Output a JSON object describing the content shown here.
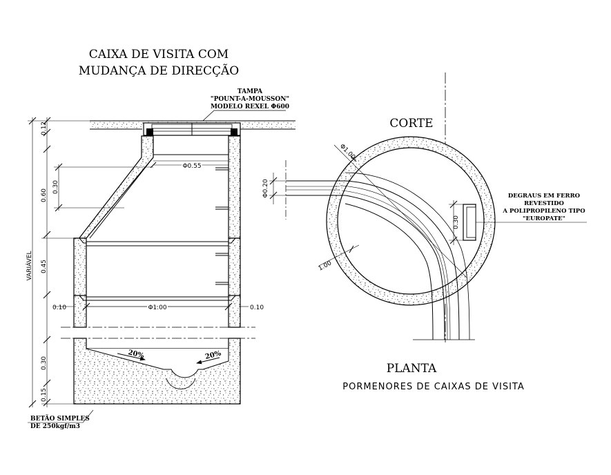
{
  "title": {
    "line1": "CAIXA DE VISITA COM",
    "line2": "MUDANÇA DE DIRECÇÃO"
  },
  "cover_note": {
    "line1": "TAMPA",
    "line2": "\"POUNT-A-MOUSSON\"",
    "line3": "MODELO REXEL Φ600"
  },
  "section": {
    "dim_top_thickness": "0.12",
    "dim_cone_height": "0.60",
    "dim_cone_inner": "0.30",
    "dim_ring_height": "0.45",
    "dim_variable": "VARIÁVEL",
    "dim_bottom_upper": "0.30",
    "dim_bottom_lower": "0.15",
    "dim_wall_left": "0.10",
    "dim_wall_right": "0.10",
    "dim_diameter": "Φ1.00",
    "dim_neck_diameter": "Φ0.55",
    "slope_left": "20%",
    "slope_right": "20%",
    "concrete_line1": "BETÃO SIMPLES",
    "concrete_line2": "DE 250kgf/m3"
  },
  "plan": {
    "corte_label": "CORTE",
    "planta_label": "PLANTA",
    "dim_diameter": "Φ1.00",
    "dim_pipe": "Φ0.20",
    "dim_radius": "1.00",
    "dim_steps": "0.30",
    "steps_line1": "DEGRAUS EM FERRO",
    "steps_line2": "REVESTIDO",
    "steps_line3": "A POLIPROPILENO TIPO",
    "steps_line4": "\"EUROPATE\""
  },
  "subtitle": "PORMENORES DE CAIXAS DE VISITA"
}
